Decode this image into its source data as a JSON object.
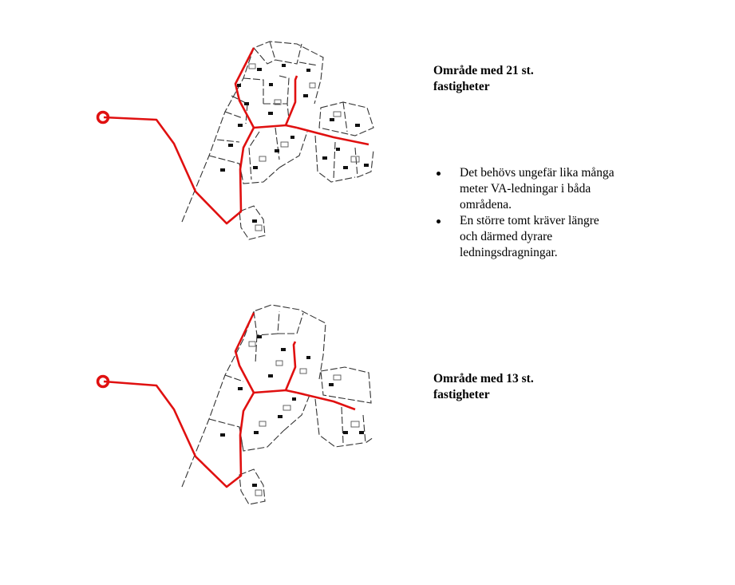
{
  "colors": {
    "pipe": "#e01010",
    "boundary": "#333333",
    "background": "#ffffff"
  },
  "top_area": {
    "caption_line1": "Område med 21 st.",
    "caption_line2": "fastigheter",
    "property_count": 21
  },
  "bottom_area": {
    "caption_line1": "Område med 13 st.",
    "caption_line2": "fastigheter",
    "property_count": 13
  },
  "bullets": [
    {
      "line1": "Det behövs ungefär lika många",
      "line2": "meter VA-ledningar i båda",
      "line3": "områdena."
    },
    {
      "line1": "En större tomt kräver längre",
      "line2": "och därmed dyrare",
      "line3": "ledningsdragningar."
    }
  ],
  "icons": {
    "source_point": "connection-point-icon",
    "building": "building-icon"
  }
}
